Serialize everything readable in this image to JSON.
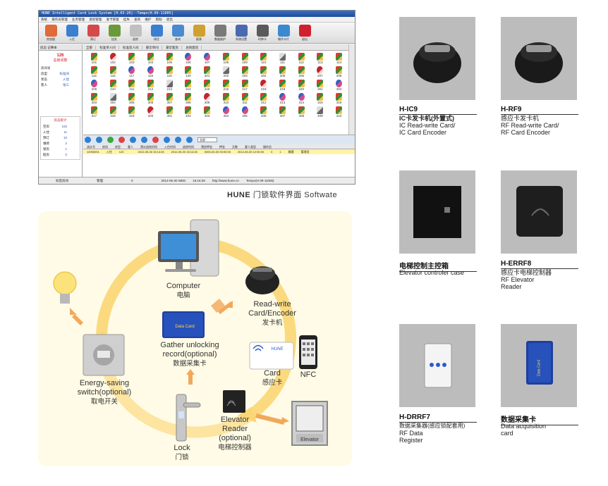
{
  "software": {
    "title": "HUNE Intelligent Card Lock System [H.03-20]--Tempo(H.09-11005]",
    "menu": [
      "系统",
      "操作员管理",
      "业务管理",
      "退房管理",
      "发卡管理",
      "挂失",
      "查询",
      "维护",
      "帮助",
      "退出"
    ],
    "toolbar": [
      "房态图",
      "入住",
      "预订",
      "挂失",
      "退房",
      "续住",
      "查询",
      "报表",
      "数据维护",
      "系统设置",
      "时钟卡",
      "制作卡片",
      "退出"
    ],
    "left_tabs": [
      "房态",
      "记事本"
    ],
    "room_count": "126",
    "room_count_label": "总房间数",
    "room_info": [
      {
        "k": "房间号",
        "v": ""
      },
      {
        "k": "房型",
        "v": "标准间"
      },
      {
        "k": "状态",
        "v": "入住"
      },
      {
        "k": "客人",
        "v": "张三"
      }
    ],
    "stats_title": "房态统计",
    "stats": [
      {
        "k": "空房",
        "v": "102"
      },
      {
        "k": "入住",
        "v": "11"
      },
      {
        "k": "预订",
        "v": "10"
      },
      {
        "k": "维修",
        "v": "2"
      },
      {
        "k": "锁房",
        "v": "1"
      },
      {
        "k": "脏房",
        "v": "0"
      }
    ],
    "room_tabs": [
      "全部",
      "标准单人间",
      "标准双人间",
      "豪华单间",
      "豪华套房",
      "总统套房"
    ],
    "rooms": [
      "101",
      "102",
      "103",
      "104",
      "105",
      "106",
      "107",
      "108",
      "109",
      "110",
      "111",
      "112",
      "113",
      "114",
      "115",
      "116",
      "117",
      "118",
      "119",
      "120",
      "201",
      "202",
      "203",
      "204",
      "205",
      "206",
      "207",
      "208",
      "209",
      "210",
      "211",
      "212",
      "213",
      "214",
      "215",
      "216",
      "217",
      "218",
      "219",
      "220",
      "301",
      "302",
      "303",
      "304",
      "305",
      "306",
      "307",
      "308",
      "309",
      "310",
      "311",
      "312",
      "313",
      "314",
      "315",
      "316",
      "317",
      "318",
      "319",
      "320",
      "401",
      "402",
      "403",
      "404",
      "405",
      "406",
      "407",
      "408",
      "409",
      "410"
    ],
    "room_filter": "全部",
    "table_headers": [
      "流水号",
      "房间",
      "房型",
      "客人",
      "预计退房时间",
      "入住时间",
      "退房时间",
      "预定押金",
      "押金",
      "天数",
      "客人类型",
      "操作员"
    ],
    "table_row": [
      "12050001",
      "入住",
      "120",
      "",
      "2012-05-30 15:14:26",
      "2012-05-30 15:14:26",
      "0000-00-00 00:00:00",
      "2012-05-30 12:00:00",
      "0",
      "1",
      "散客",
      "管理员"
    ],
    "status_bar": [
      "标签房间",
      "管理",
      "0",
      "2012-05-30 WED",
      "15:16:29",
      "http://www.hune.cn",
      "Tempo(H.09-11005)"
    ]
  },
  "software_caption": {
    "brand": "HUNE",
    "zh": "门锁软件界面",
    "en": "Softwate"
  },
  "diagram": {
    "computer": {
      "en": "Computer",
      "zh": "电脑"
    },
    "encoder": {
      "en": "Read-write Card/Encoder",
      "zh": "发卡机"
    },
    "gather": {
      "en": "Gather unlocking record(optional)",
      "zh": "数据采集卡"
    },
    "data_card_text": "Data Card",
    "card": {
      "en": "Card",
      "zh": "感应卡"
    },
    "nfc": "NFC",
    "energy": {
      "en": "Energy-saving switch(optional)",
      "zh": "取电开关"
    },
    "lock": {
      "en": "Lock",
      "zh": "门锁"
    },
    "elevator_reader": {
      "en": "Elevator Reader (optional)",
      "zh": "电梯控制器"
    },
    "elevator_sign": "Elevator",
    "hune_card_text": "HUNE"
  },
  "products": [
    {
      "model": "H-IC9",
      "lines": [
        "IC卡发卡机(外置式)",
        "IC Read-write Card/",
        "IC Card Encoder"
      ]
    },
    {
      "model": "H-RF9",
      "lines": [
        "感应卡发卡机",
        "RF Read-write Card/",
        "RF Card Encoder"
      ]
    },
    {
      "model": "电梯控制主控箱",
      "lines": [
        "Elevator controler case"
      ]
    },
    {
      "model": "H-ERRF8",
      "lines": [
        "感应卡电梯控制器",
        "RF Elevator",
        "Reader"
      ]
    },
    {
      "model": "H-DRRF7",
      "lines": [
        "数据采集器(感应锁配套用)",
        "RF Data",
        "Register"
      ]
    },
    {
      "model": "数据采集卡",
      "lines": [
        "Data acquisition",
        "card"
      ]
    }
  ],
  "data_card_product_text": "Data Card"
}
